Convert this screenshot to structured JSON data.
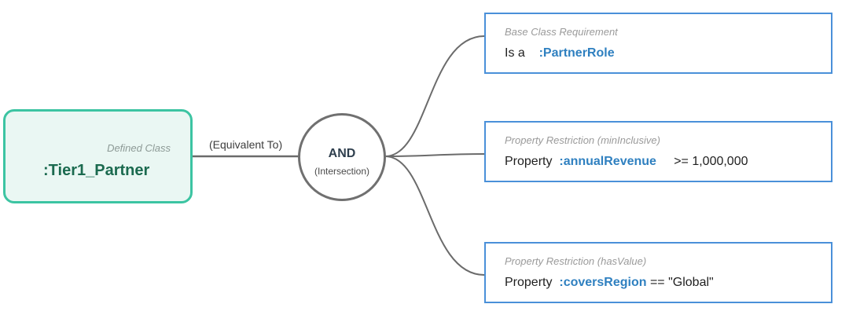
{
  "defined_class": {
    "caption": "Defined Class",
    "name": ":Tier1_Partner"
  },
  "relation": {
    "label": "(Equivalent To)"
  },
  "operator": {
    "label": "AND",
    "sublabel": "(Intersection)"
  },
  "restrictions": [
    {
      "caption": "Base Class Requirement",
      "prefix": "Is a",
      "term": ":PartnerRole",
      "suffix": ""
    },
    {
      "caption": "Property Restriction (minInclusive)",
      "prefix": "Property",
      "term": ":annualRevenue",
      "suffix": ">= 1,000,000"
    },
    {
      "caption": "Property Restriction (hasValue)",
      "prefix": "Property",
      "term": ":coversRegion",
      "suffix": "== \"Global\""
    }
  ],
  "colors": {
    "defined_class_border": "#3cc4a2",
    "defined_class_fill": "#eaf7f3",
    "defined_class_text": "#1b6a4f",
    "restriction_border": "#4a90d9",
    "term_text": "#2f80c0",
    "connector": "#6b6b6b"
  }
}
